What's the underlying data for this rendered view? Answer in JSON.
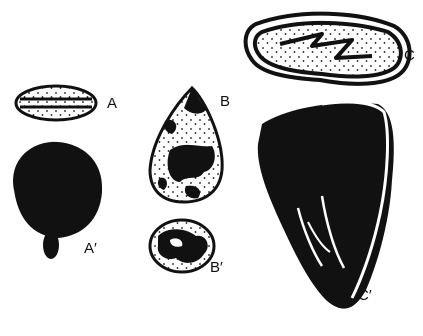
{
  "figure": {
    "labels": {
      "a": "A",
      "a_prime": "A′",
      "b": "B",
      "b_prime": "B′",
      "c": "C",
      "c_prime": "C′"
    }
  }
}
